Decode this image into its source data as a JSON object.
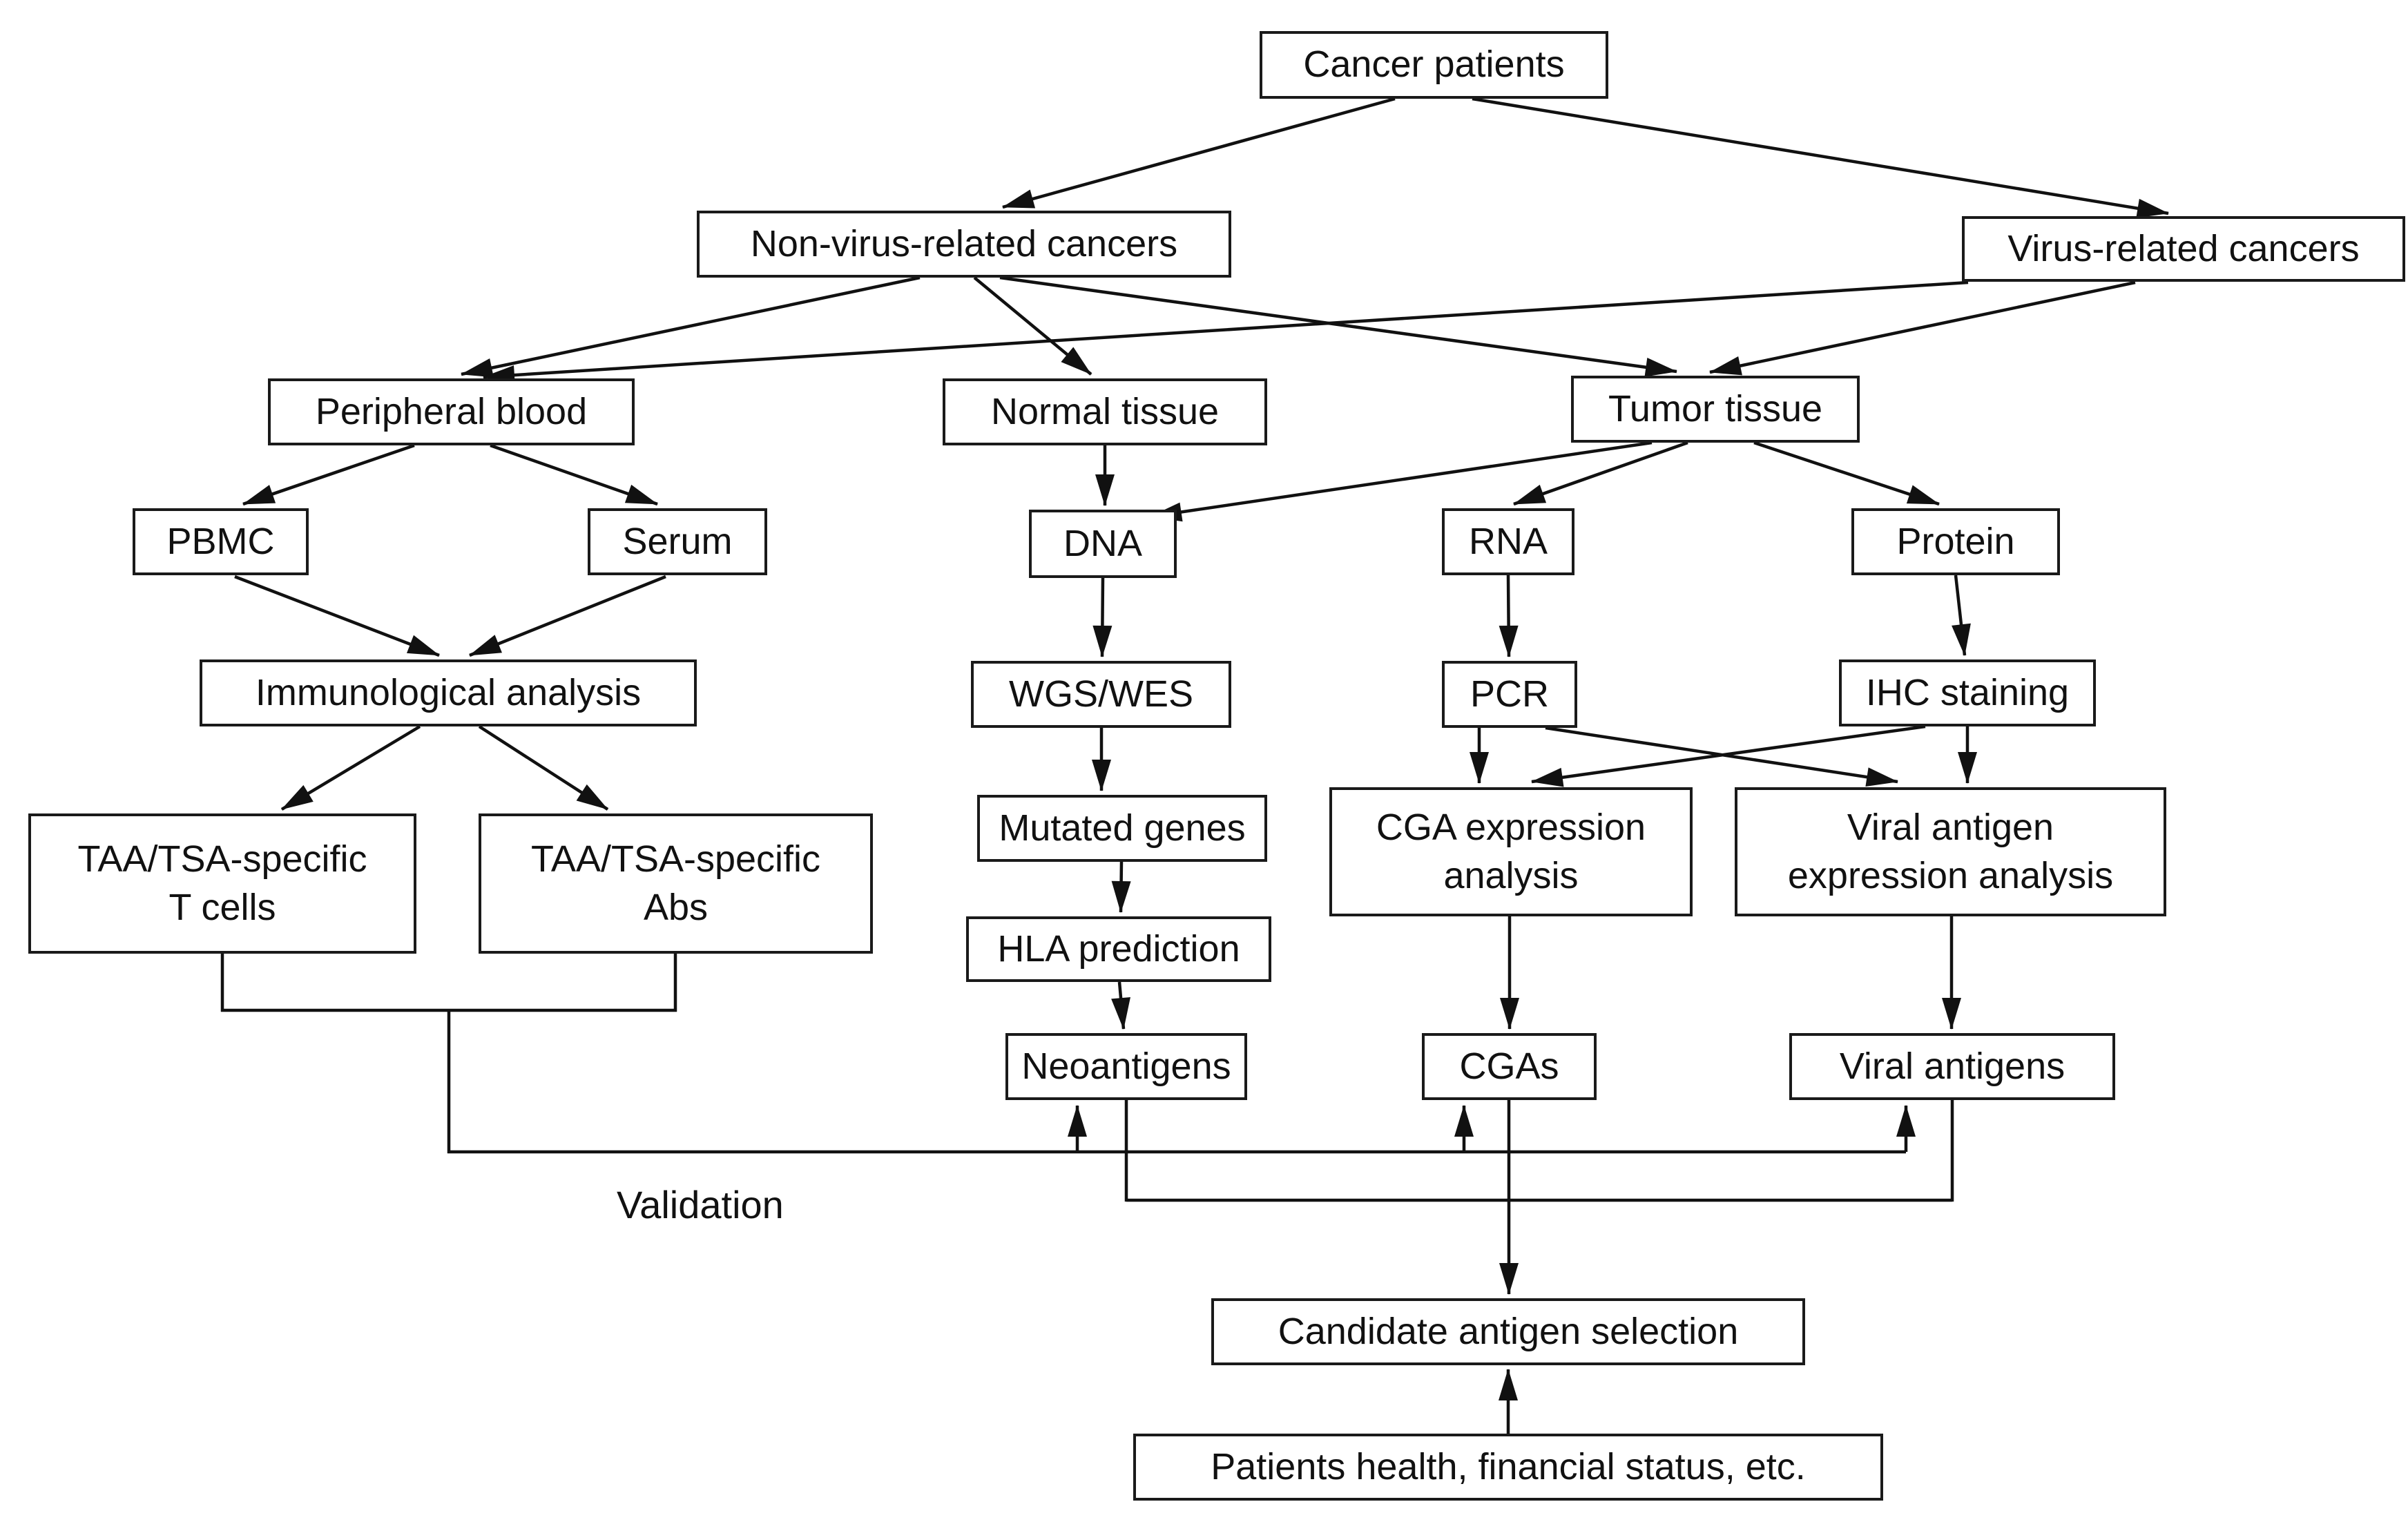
{
  "figure": {
    "background_color": "#ffffff",
    "line_color": "#111111",
    "box_fill": "#ffffff",
    "type": "flowchart"
  },
  "labels": {
    "validation": "Validation"
  },
  "nodes": [
    {
      "id": "cancer_patients",
      "label": "Cancer patients"
    },
    {
      "id": "non_virus_related_cancers",
      "label": "Non-virus-related cancers"
    },
    {
      "id": "virus_related_cancers",
      "label": "Virus-related cancers"
    },
    {
      "id": "peripheral_blood",
      "label": "Peripheral blood"
    },
    {
      "id": "normal_tissue",
      "label": "Normal tissue"
    },
    {
      "id": "tumor_tissue",
      "label": "Tumor tissue"
    },
    {
      "id": "pbmc",
      "label": "PBMC"
    },
    {
      "id": "serum",
      "label": "Serum"
    },
    {
      "id": "dna",
      "label": "DNA"
    },
    {
      "id": "rna",
      "label": "RNA"
    },
    {
      "id": "protein",
      "label": "Protein"
    },
    {
      "id": "immunological_analysis",
      "label": "Immunological analysis"
    },
    {
      "id": "wgs_wes",
      "label": "WGS/WES"
    },
    {
      "id": "pcr",
      "label": "PCR"
    },
    {
      "id": "ihc_staining",
      "label": "IHC staining"
    },
    {
      "id": "mutated_genes",
      "label": "Mutated genes"
    },
    {
      "id": "cga_expression_analysis",
      "label": "CGA expression\nanalysis"
    },
    {
      "id": "viral_antigen_expression_analysis",
      "label": "Viral antigen\nexpression analysis"
    },
    {
      "id": "hla_prediction",
      "label": "HLA prediction"
    },
    {
      "id": "neoantigens",
      "label": "Neoantigens"
    },
    {
      "id": "cgas",
      "label": "CGAs"
    },
    {
      "id": "viral_antigens",
      "label": "Viral antigens"
    },
    {
      "id": "taa_tsa_specific_t_cells",
      "label": "TAA/TSA-specific\nT cells"
    },
    {
      "id": "taa_tsa_specific_abs",
      "label": "TAA/TSA-specific\nAbs"
    },
    {
      "id": "candidate_antigen_selection",
      "label": "Candidate antigen selection"
    },
    {
      "id": "patients_health",
      "label": "Patients health, financial status, etc."
    }
  ],
  "edges": [
    {
      "from": "cancer_patients",
      "to": "non_virus_related_cancers"
    },
    {
      "from": "cancer_patients",
      "to": "virus_related_cancers"
    },
    {
      "from": "non_virus_related_cancers",
      "to": "peripheral_blood"
    },
    {
      "from": "non_virus_related_cancers",
      "to": "normal_tissue"
    },
    {
      "from": "non_virus_related_cancers",
      "to": "tumor_tissue"
    },
    {
      "from": "virus_related_cancers",
      "to": "peripheral_blood"
    },
    {
      "from": "virus_related_cancers",
      "to": "tumor_tissue"
    },
    {
      "from": "peripheral_blood",
      "to": "pbmc"
    },
    {
      "from": "peripheral_blood",
      "to": "serum"
    },
    {
      "from": "pbmc",
      "to": "immunological_analysis"
    },
    {
      "from": "serum",
      "to": "immunological_analysis"
    },
    {
      "from": "immunological_analysis",
      "to": "taa_tsa_specific_t_cells"
    },
    {
      "from": "immunological_analysis",
      "to": "taa_tsa_specific_abs"
    },
    {
      "from": "normal_tissue",
      "to": "dna"
    },
    {
      "from": "tumor_tissue",
      "to": "dna"
    },
    {
      "from": "tumor_tissue",
      "to": "rna"
    },
    {
      "from": "tumor_tissue",
      "to": "protein"
    },
    {
      "from": "dna",
      "to": "wgs_wes"
    },
    {
      "from": "wgs_wes",
      "to": "mutated_genes"
    },
    {
      "from": "mutated_genes",
      "to": "hla_prediction"
    },
    {
      "from": "hla_prediction",
      "to": "neoantigens"
    },
    {
      "from": "rna",
      "to": "pcr"
    },
    {
      "from": "protein",
      "to": "ihc_staining"
    },
    {
      "from": "pcr",
      "to": "cga_expression_analysis"
    },
    {
      "from": "pcr",
      "to": "viral_antigen_expression_analysis"
    },
    {
      "from": "ihc_staining",
      "to": "cga_expression_analysis"
    },
    {
      "from": "ihc_staining",
      "to": "viral_antigen_expression_analysis"
    },
    {
      "from": "cga_expression_analysis",
      "to": "cgas"
    },
    {
      "from": "viral_antigen_expression_analysis",
      "to": "viral_antigens"
    },
    {
      "from": "taa_tsa_specific_t_cells",
      "to": "validation"
    },
    {
      "from": "taa_tsa_specific_abs",
      "to": "validation"
    },
    {
      "from": "validation",
      "to": "neoantigens"
    },
    {
      "from": "validation",
      "to": "cgas"
    },
    {
      "from": "validation",
      "to": "viral_antigens"
    },
    {
      "from": "neoantigens",
      "to": "candidate_antigen_selection"
    },
    {
      "from": "cgas",
      "to": "candidate_antigen_selection"
    },
    {
      "from": "viral_antigens",
      "to": "candidate_antigen_selection"
    },
    {
      "from": "patients_health",
      "to": "candidate_antigen_selection"
    }
  ]
}
